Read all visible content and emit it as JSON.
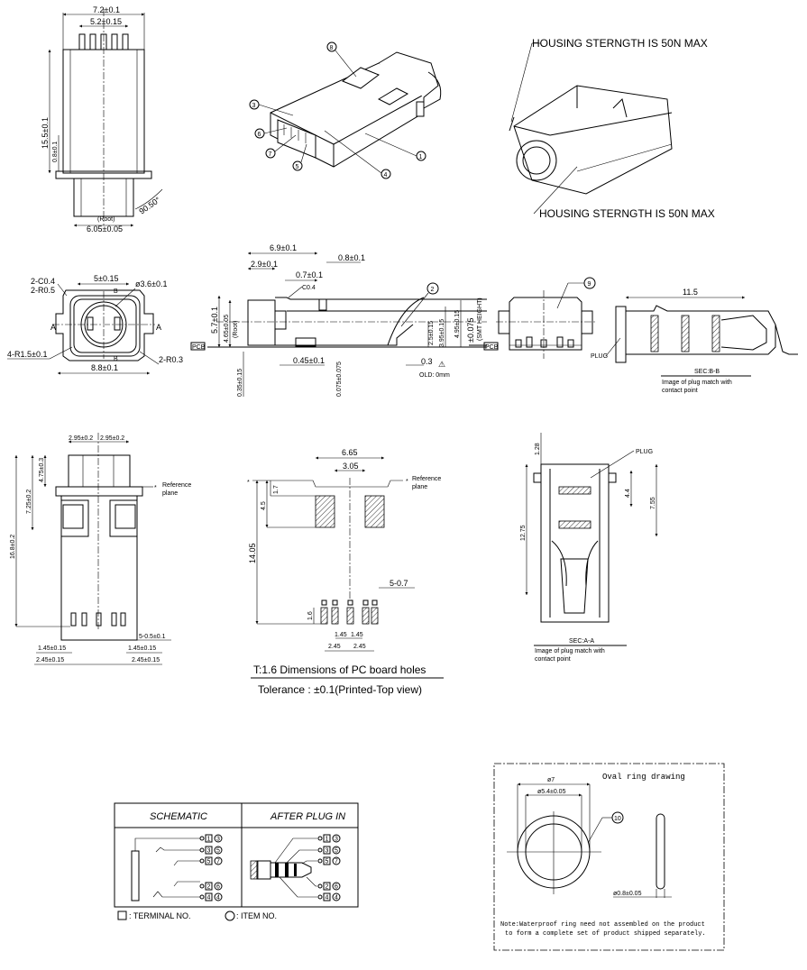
{
  "top_view": {
    "width_outer": "7.2±0.1",
    "width_pins": "5.2±0.15",
    "height": "15.5±0.1",
    "pin_len": "0.8±0.1",
    "root": "(Root)",
    "base_width": "6.05±0.05",
    "angle": "90.50°"
  },
  "iso_view": {
    "callouts": [
      "8",
      "3",
      "6",
      "7",
      "5",
      "4",
      "1"
    ]
  },
  "housing_notes": [
    "HOUSING STERNGTH IS 50N MAX",
    "HOUSING STERNGTH IS 50N MAX"
  ],
  "front_view": {
    "chamfer": "2-C0.4",
    "radius_top": "2-R0.5",
    "width_inner": "5±0.15",
    "bore": "ø3.6±0.1",
    "radius_corner": "4-R1.5±0.1",
    "width_outer": "8.8±0.1",
    "radius_bottom": "2-R0.3",
    "section_a": "A",
    "section_b": "B"
  },
  "side_view": {
    "len_total": "6.9±0.1",
    "len_front": "2.9±0.1",
    "len_step": "0.7±0.1",
    "len_tab": "0.8±0.1",
    "chamfer": "C0.4",
    "height": "5.7±0.1",
    "height_root": "4.65±0.05",
    "root": "(Root)",
    "pcb": "PCB",
    "offset": "0.35±0.15",
    "gap": "0.45±0.1",
    "coplanarity": "0.075±0.075",
    "callout": "2",
    "lead": "0.3",
    "old": "OLD: 0mm",
    "h1": "2.5±0.15",
    "h2": "3.95±0.15",
    "h3": "4.95±0.15",
    "smt_tol": "±0.075",
    "smt_label": "(SMT HEIGHT)"
  },
  "rear_view": {
    "callout": "9"
  },
  "sec_bb": {
    "length": "11.5",
    "plug": "PLUG",
    "title": "SEC:B-B",
    "caption1": "Image of plug match with",
    "caption2": "contact point"
  },
  "bottom_view": {
    "half_left": "2.95±0.2",
    "half_right": "2.95±0.2",
    "d1": "4.75±0.3",
    "d2": "7.25±0.2",
    "d3": "16.8±0.2",
    "ref": "Reference",
    "ref2": "plane",
    "pins": "5-0.5±0.1",
    "p1l": "1.45±0.15",
    "p1r": "1.45±0.15",
    "p2l": "2.45±0.15",
    "p2r": "2.45±0.15"
  },
  "pcb_holes": {
    "w_outer": "6.65",
    "w_inner": "3.05",
    "d17": "1.7",
    "d45": "4.5",
    "d1405": "14.05",
    "holes": "5-0.7",
    "d16": "1.6",
    "p1": "1.45",
    "p2": "1.45",
    "p3": "2.45",
    "p4": "2.45",
    "ref": "Reference",
    "ref2": "plane",
    "title": "T:1.6 Dimensions of PC board holes",
    "tolerance": "Tolerance : ±0.1(Printed-Top view)"
  },
  "sec_aa": {
    "d128": "1.28",
    "plug": "PLUG",
    "d44": "4.4",
    "d755": "7.55",
    "d1275": "12.75",
    "title": "SEC:A-A",
    "caption1": "Image of plug match with",
    "caption2": "contact point"
  },
  "schematic": {
    "header_left": "SCHEMATIC",
    "header_right": "AFTER PLUG IN",
    "terminals": [
      {
        "term": "1",
        "item": "3"
      },
      {
        "term": "3",
        "item": "5"
      },
      {
        "term": "5",
        "item": "7"
      },
      {
        "term": "2",
        "item": "6"
      },
      {
        "term": "4",
        "item": "4"
      }
    ],
    "legend_terminal": ": TERMINAL NO.",
    "legend_item": ": ITEM NO."
  },
  "oval_ring": {
    "title": "Oval ring drawing",
    "outer": "ø7",
    "inner": "ø5.4±0.05",
    "callout": "10",
    "section": "ø0.8±0.05",
    "note1": "Note:Waterproof ring need not assembled on the product",
    "note2": "to form a complete set of product shipped separately."
  }
}
